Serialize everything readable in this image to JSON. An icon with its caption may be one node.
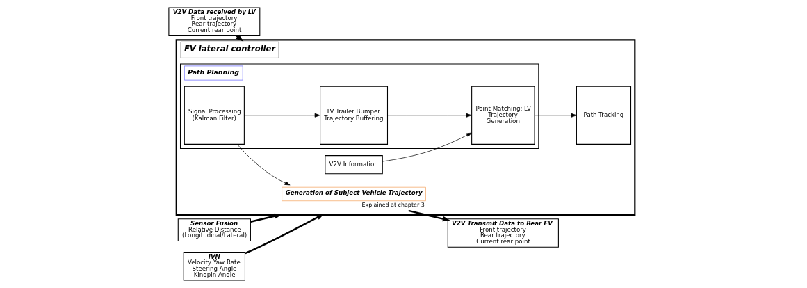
{
  "diagram": {
    "nodes": [
      {
        "text": [
          "V2V Data received by LV",
          "Front trajectory Rear trajectory Current rear point"
        ]
      },
      {
        "text": [
          "Sensor Fusion",
          "Relative Distance (Longitudinal/Lateral)"
        ]
      },
      {
        "text": [
          "IVN",
          "Velocity Yaw Rate Steering Angle Kingpin Angle"
        ]
      },
      {
        "text": [
          "FV lateral controller"
        ]
      },
      {
        "text": [
          "Generation of Subject Vehicle Trajectory"
        ],
        "in": 3,
        "beside": [
          "Explained at chapter 3"
        ]
      },
      {
        "text": [
          "V2V Information"
        ],
        "in": 3
      },
      {
        "text": [
          "Path Planning"
        ],
        "in": 3
      },
      {
        "text": [
          "Signal Processing (Kalman Filter)"
        ],
        "in": 6
      },
      {
        "text": [
          "LV Trailer Bumper Trajectory Buffering"
        ],
        "in": 6
      },
      {
        "text": [
          "Point Matching: LV Trajectory Generation"
        ],
        "in": 6
      },
      {
        "text": [
          "Path Tracking"
        ],
        "in": 3
      },
      {
        "text": [
          "V2V Transmit Data to Rear FV",
          "Front trajectory Rear trajectory Current rear point"
        ]
      }
    ],
    "edges": [
      {
        "from": 0,
        "to": 3,
        "arrow": "to",
        "style": "thick"
      },
      {
        "from": 1,
        "to": 3,
        "arrow": "to",
        "style": "thick"
      },
      {
        "from": 2,
        "to": 3,
        "arrow": "to",
        "style": "thick"
      },
      {
        "from": 7,
        "to": 4,
        "arrow": "to"
      },
      {
        "from": 5,
        "to": 9,
        "arrow": "to"
      },
      {
        "from": 7,
        "to": 8,
        "arrow": "to"
      },
      {
        "from": 8,
        "to": 9,
        "arrow": "to"
      },
      {
        "from": 9,
        "to": 10,
        "arrow": "to"
      },
      {
        "from": 4,
        "to": 11,
        "arrow": "to",
        "style": "thick"
      }
    ]
  }
}
